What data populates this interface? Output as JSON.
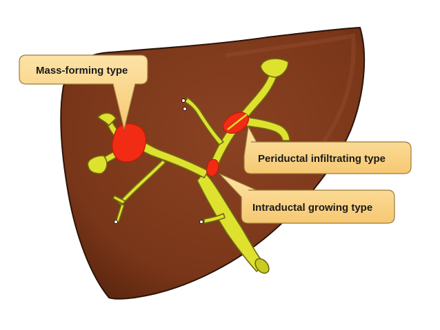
{
  "labels": {
    "mass_forming": "Mass-forming type",
    "periductal": "Periductal infiltrating type",
    "intraductal": "Intraductal growing type"
  },
  "colors": {
    "liver": "#7f3a1e",
    "liver_outline": "#2b1409",
    "bile_duct": "#dfe12f",
    "bile_duct_outline": "#6b6a10",
    "tumor": "#f22b14",
    "callout_fill": "#fbd68a",
    "callout_outline": "#9a7a3a",
    "background": "#ffffff"
  },
  "icons": [
    "liver-illustration",
    "bile-duct-tree",
    "tumor-lesion"
  ]
}
